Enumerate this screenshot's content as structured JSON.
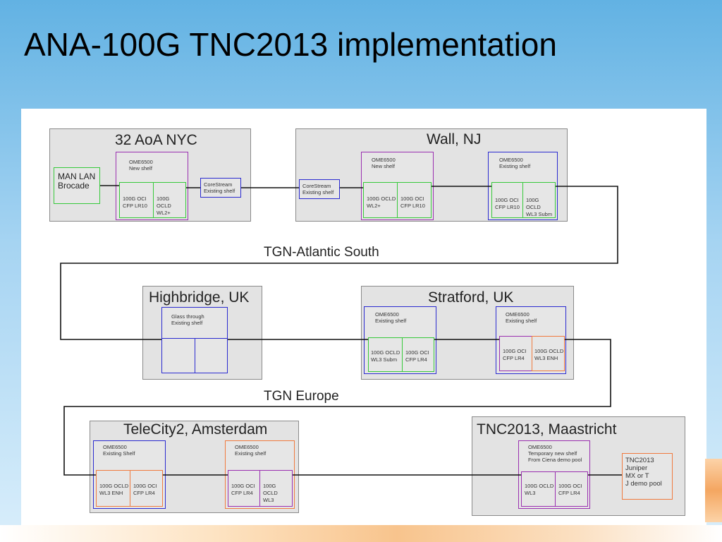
{
  "slide": {
    "title": "ANA-100G TNC2013 implementation"
  },
  "links": {
    "atlantic": "TGN-Atlantic South",
    "europe": "TGN Europe"
  },
  "sites": {
    "nyc": {
      "name": "32 AoA NYC",
      "man_lan": "MAN LAN\nBrocade",
      "ome": "OME6500\nNew shelf",
      "card_a": "100G OCI\nCFP LR10",
      "card_b": "100G OCLD\nWL2+",
      "corestream": "CoreStream\nExisting shelf"
    },
    "wall": {
      "name": "Wall, NJ",
      "corestream": "CoreStream\nExisting shelf",
      "ome_new": "OME6500\nNew shelf",
      "card_a": "100G OCLD\nWL2+",
      "card_b": "100G OCI\nCFP LR10",
      "ome_existing": "OME6500\nExisting shelf",
      "card_c": "100G OCI\nCFP LR10",
      "card_d": "100G OCLD\nWL3 Subm"
    },
    "highbridge": {
      "name": "Highbridge, UK",
      "glass": "Glass through\nExisting shelf"
    },
    "stratford": {
      "name": "Stratford, UK",
      "ome_a": "OME6500\nExisting shelf",
      "card_a": "100G OCLD\nWL3 Subm",
      "card_b": "100G OCI\nCFP LR4",
      "ome_b": "OME6500\nExisting shelf",
      "card_c": "100G OCI\nCFP LR4",
      "card_d": "100G OCLD\nWL3 ENH"
    },
    "amsterdam": {
      "name": "TeleCity2, Amsterdam",
      "ome_a": "OME6500\nExisting Shelf",
      "card_a": "100G OCLD\nWL3 ENH",
      "card_b": "100G OCI\nCFP LR4",
      "ome_b": "OME6500\nExisting shelf",
      "card_c": "100G OCI\nCFP LR4",
      "card_d": "100G OCLD\nWL3"
    },
    "maastricht": {
      "name": "TNC2013, Maastricht",
      "ome": "OME6500\nTemporary new shelf\nFrom Ciena demo pool",
      "card_a": "100G OCLD\nWL3",
      "card_b": "100G OCI\nCFP LR4",
      "juniper": "TNC2013\nJuniper\nMX or T\nJ demo pool"
    }
  },
  "colors": {
    "site_fill": "#e3e3e3",
    "blue_border": "#2a2ad0",
    "purple_border": "#9a2fb0",
    "green_border": "#36c93a",
    "orange_border": "#f07a3e",
    "line": "#111111"
  }
}
